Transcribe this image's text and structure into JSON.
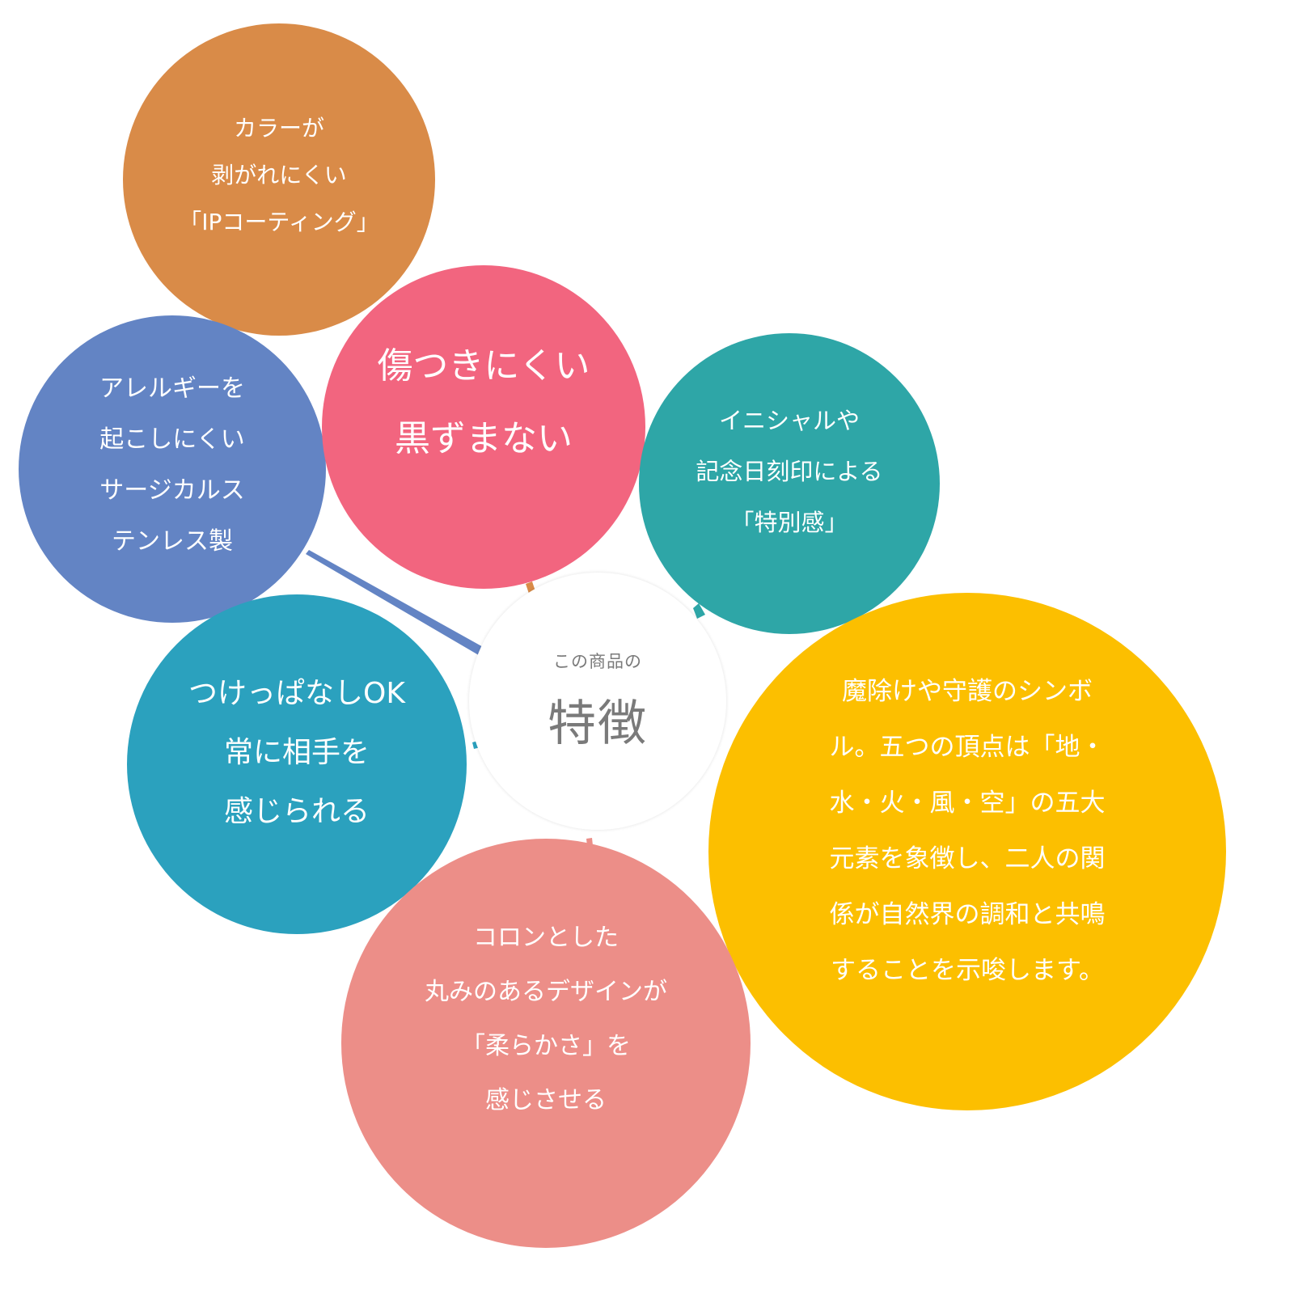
{
  "center": {
    "subtitle": "この商品の",
    "title": "特徴"
  },
  "bubbles": [
    {
      "id": "ip-coating",
      "color": "#d98b48",
      "lines": [
        "カラーが",
        "剥がれにくい",
        "「IPコーティング」"
      ]
    },
    {
      "id": "allergy",
      "color": "#6384c4",
      "lines": [
        "アレルギーを",
        "起こしにくい",
        "サージカルス",
        "テンレス製"
      ]
    },
    {
      "id": "scratch",
      "color": "#f2657f",
      "lines": [
        "傷つきにくい",
        "黒ずまない"
      ]
    },
    {
      "id": "engraving",
      "color": "#2ea6a7",
      "lines": [
        "イニシャルや",
        "記念日刻印による",
        "「特別感」"
      ]
    },
    {
      "id": "wear-always",
      "color": "#2ba1be",
      "lines": [
        "つけっぱなしOK",
        "常に相手を",
        "感じられる"
      ]
    },
    {
      "id": "symbol",
      "color": "#fcbf00",
      "lines": [
        "魔除けや守護のシンボ",
        "ル。五つの頂点は「地・",
        "水・火・風・空」の五大",
        "元素を象徴し、二人の関",
        "係が自然界の調和と共鳴",
        "することを示唆します。"
      ]
    },
    {
      "id": "round-design",
      "color": "#ec8e88",
      "lines": [
        "コロンとした",
        "丸みのあるデザインが",
        "「柔らかさ」を",
        "感じさせる"
      ]
    }
  ]
}
